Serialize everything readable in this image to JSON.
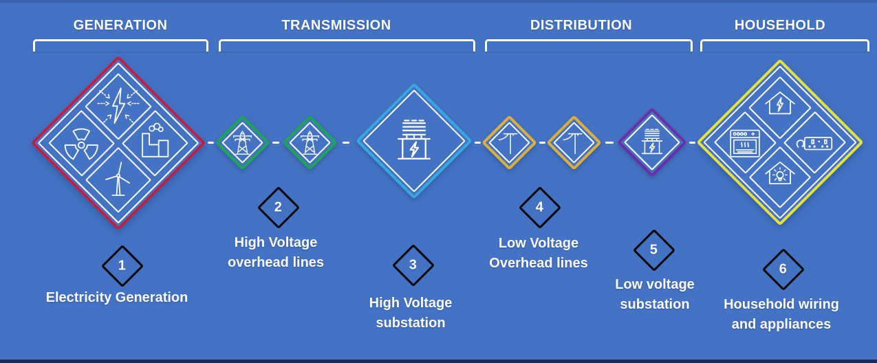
{
  "colors": {
    "background": "#4573C4",
    "top_edge": "#3A62AE",
    "bottom_edge": "#1B2A4E",
    "text": "#FFFFFF",
    "generation_red": "#C0203E",
    "transmission_green": "#1FA55A",
    "hv_substation_cyan": "#35A8DD",
    "distribution_gold": "#DCAE3C",
    "lv_substation_purple": "#6B2FA3",
    "household_yellow": "#E7E33B",
    "badge_2_green": "#2BA06A",
    "badge_4_gold": "#BFA347",
    "badge_6_yellow": "#CFE04A"
  },
  "sections": {
    "generation": {
      "header": "GENERATION",
      "node_icons": [
        "lightning-bolt-arrows",
        "factory",
        "radiation",
        "wind-turbine"
      ],
      "step": {
        "number": "1",
        "label1": "Electricity Generation"
      }
    },
    "transmission": {
      "header": "TRANSMISSION",
      "node_icons": [
        "transmission-tower",
        "transmission-tower",
        "hv-transformer"
      ],
      "steps": [
        {
          "number": "2",
          "label1": "High Voltage",
          "label2": "overhead lines"
        },
        {
          "number": "3",
          "label1": "High Voltage",
          "label2": "substation"
        }
      ]
    },
    "distribution": {
      "header": "DISTRIBUTION",
      "node_icons": [
        "utility-pole",
        "utility-pole",
        "lv-transformer"
      ],
      "steps": [
        {
          "number": "4",
          "label1": "Low Voltage",
          "label2": "Overhead lines"
        },
        {
          "number": "5",
          "label1": "Low voltage",
          "label2": "substation"
        }
      ]
    },
    "household": {
      "header": "HOUSEHOLD",
      "node_icons": [
        "house-electrified",
        "power-strip",
        "oven",
        "house-lightbulb"
      ],
      "step": {
        "number": "6",
        "label1": "Household wiring",
        "label2": "and appliances"
      }
    }
  }
}
